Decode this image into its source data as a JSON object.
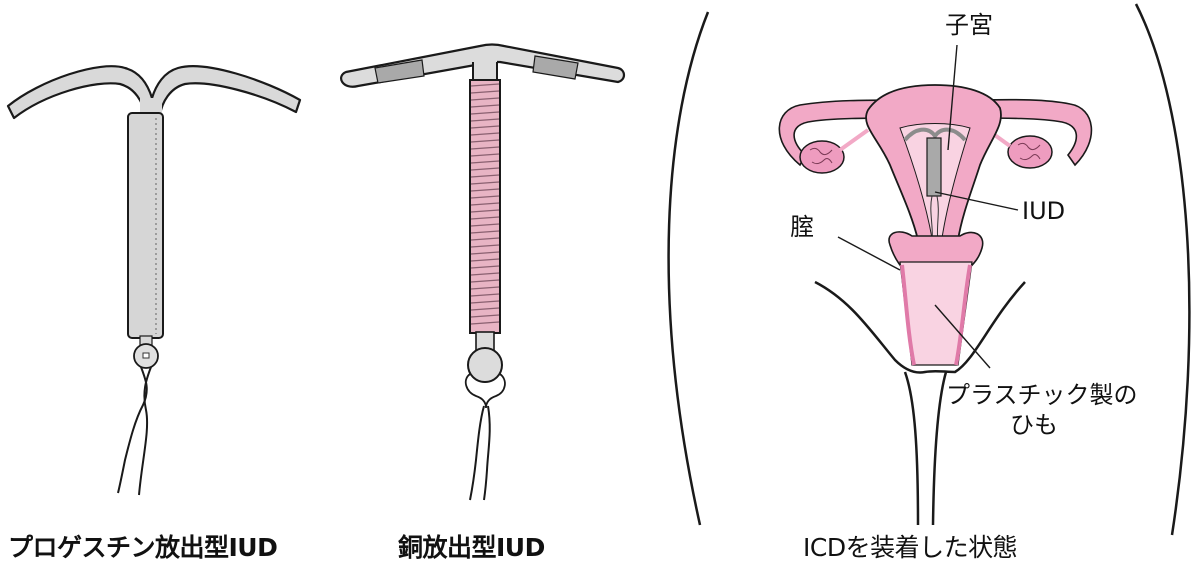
{
  "figure": {
    "panels": [
      {
        "id": "progestin-iud",
        "caption": "プロゲスチン放出型IUD"
      },
      {
        "id": "copper-iud",
        "caption": "銅放出型IUD"
      },
      {
        "id": "inserted-state",
        "caption": "ICDを装着した状態",
        "labels": {
          "uterus": "子宮",
          "iud": "IUD",
          "vagina": "腟",
          "strings_line1": "プラスチック製の",
          "strings_line2": "ひも"
        }
      }
    ]
  },
  "colors": {
    "device_gray": "#d9d9d9",
    "device_dark_gray": "#a9a9a9",
    "copper_coil_pink": "#e8b4c4",
    "tissue_pink": "#f2a9c6",
    "tissue_light_pink": "#f9d3e2",
    "ovary_pink": "#ee9cbf",
    "outline": "#1a1a1a"
  }
}
